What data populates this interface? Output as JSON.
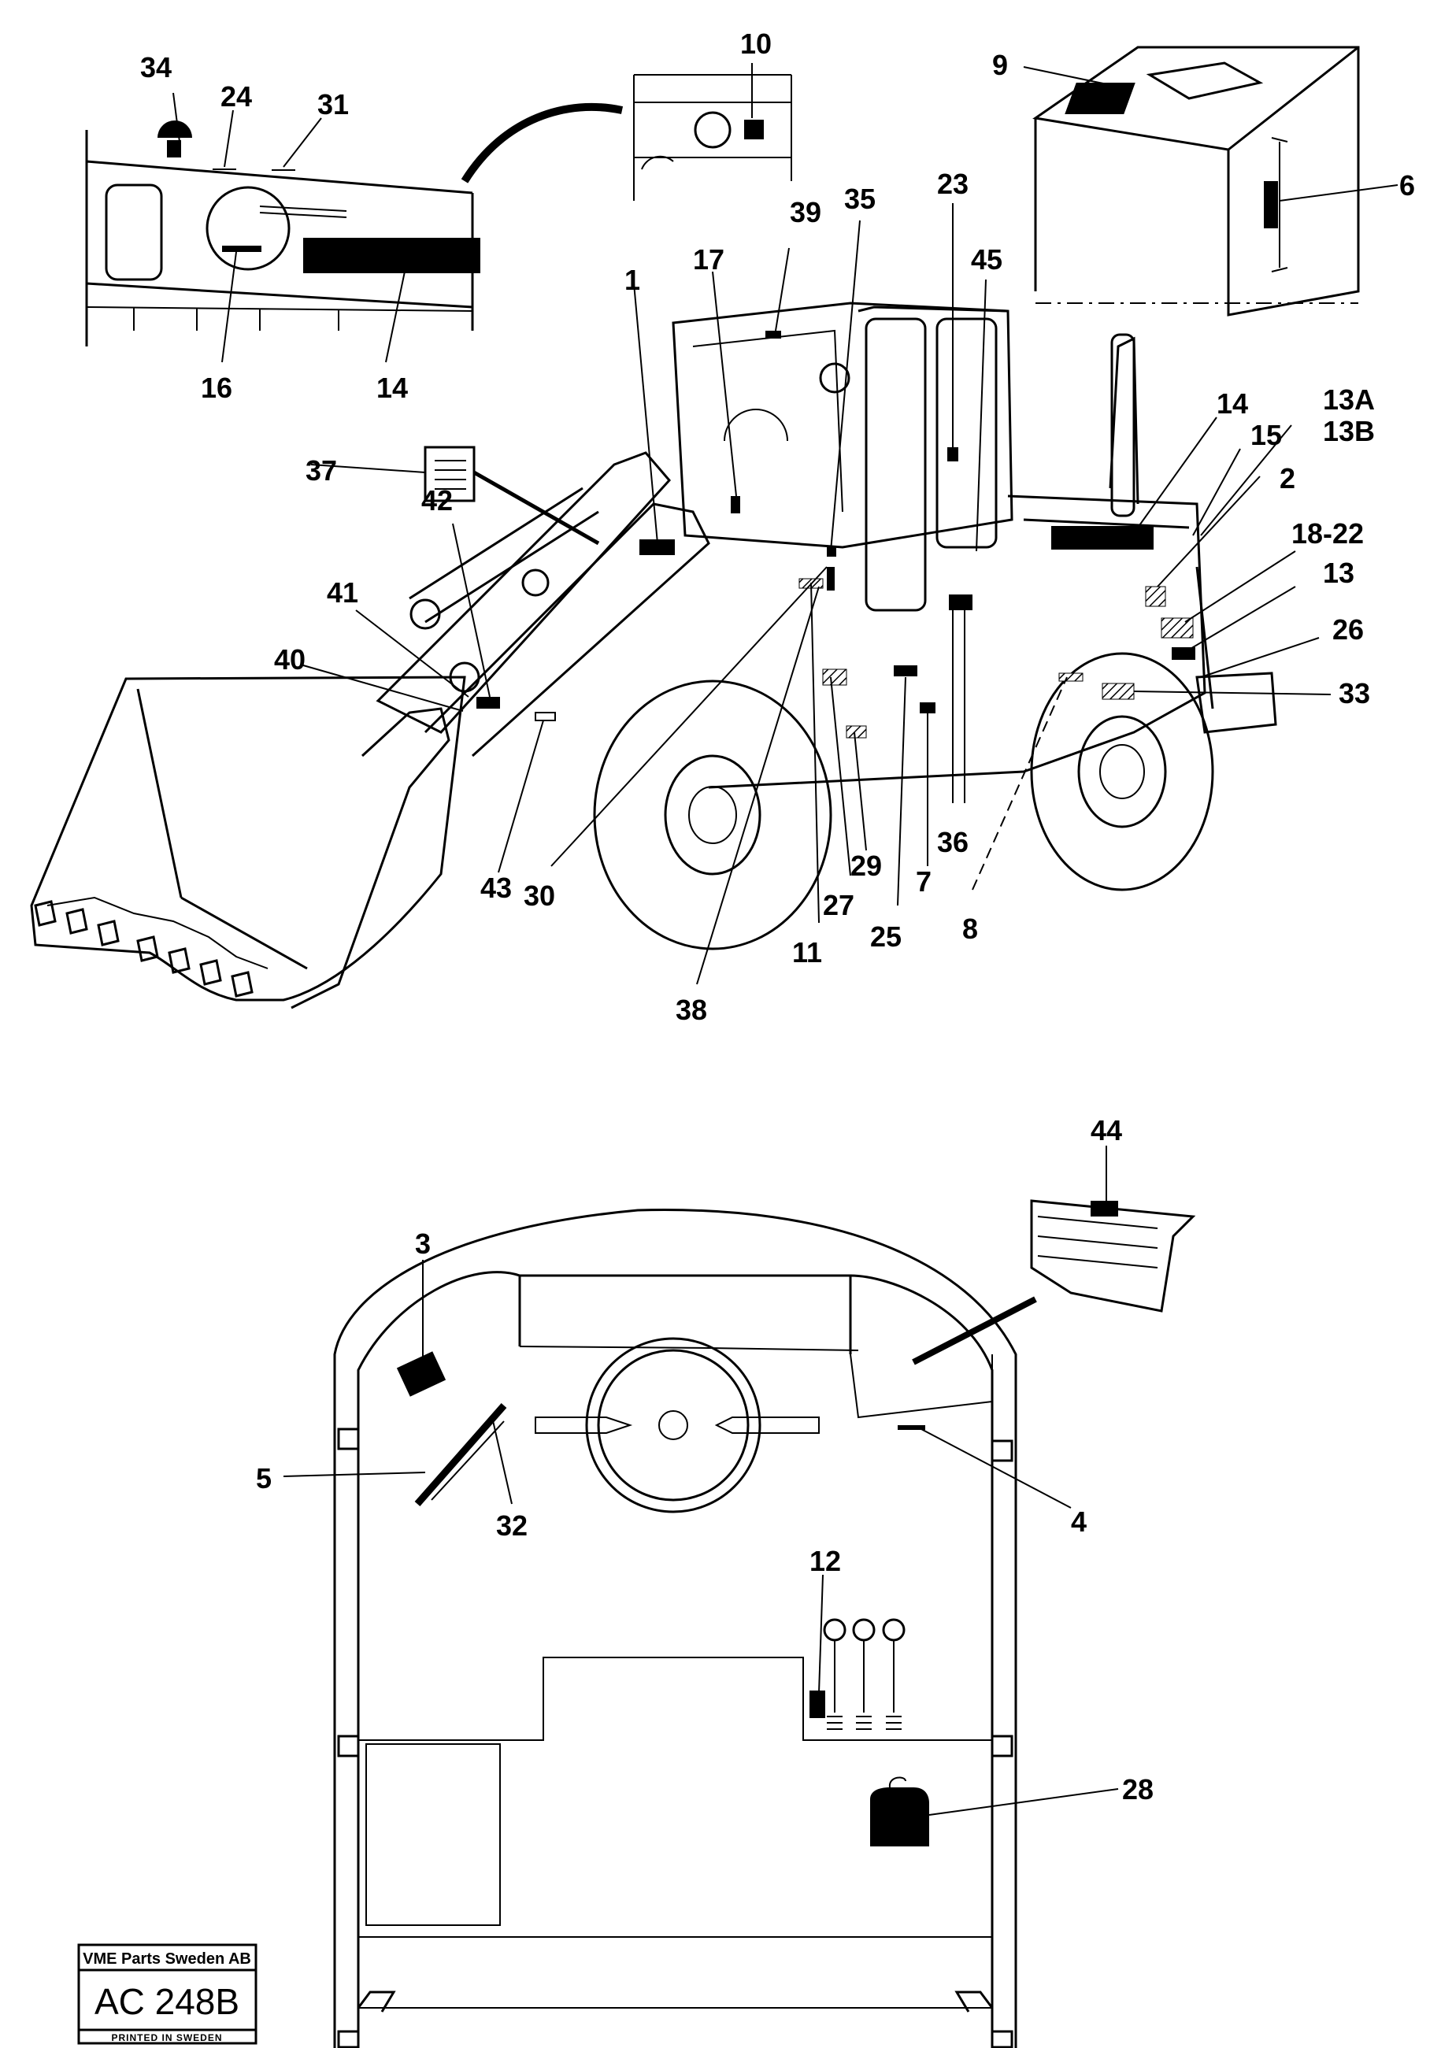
{
  "top_labels": [
    "34",
    "24",
    "31",
    "10",
    "9",
    "6",
    "16",
    "14",
    "39",
    "35",
    "23",
    "17",
    "45",
    "1",
    "14",
    "13A",
    "13B",
    "15",
    "2",
    "18-22",
    "13",
    "26",
    "33",
    "37",
    "42",
    "41",
    "40",
    "43",
    "30",
    "38",
    "11",
    "27",
    "29",
    "25",
    "7",
    "36",
    "8"
  ],
  "bottom_labels": [
    "44",
    "3",
    "5",
    "32",
    "4",
    "12",
    "28"
  ],
  "title_block": {
    "company": "VME Parts Sweden AB",
    "code": "AC 248B",
    "footer": "PRINTED IN SWEDEN"
  }
}
